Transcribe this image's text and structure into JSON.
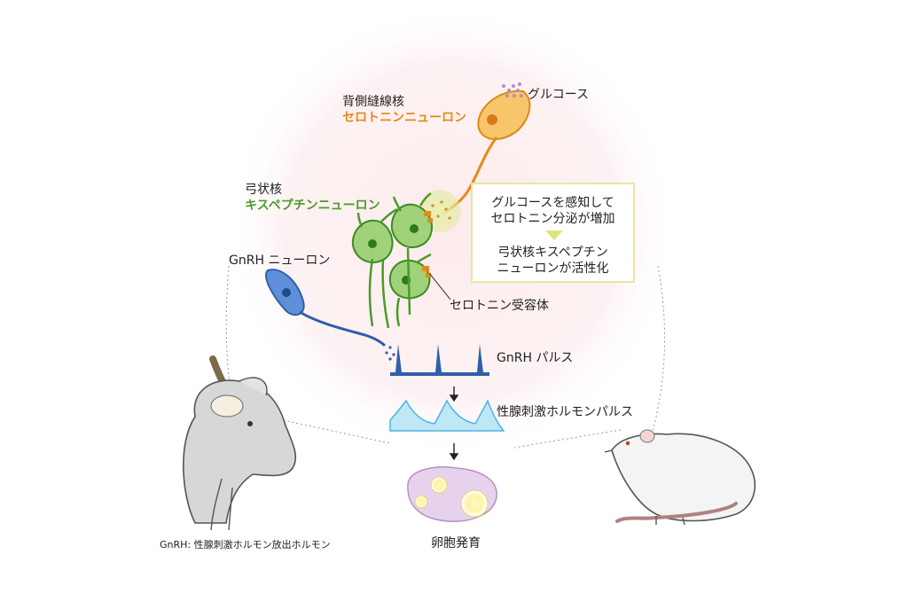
{
  "labels": {
    "dorsal_raphe": "背側縫線核",
    "serotonin_neuron": "セロトニンニューロン",
    "glucose": "グルコース",
    "arcuate": "弓状核",
    "kisspeptin_neuron": "キスペプチンニューロン",
    "gnrh_neuron": "GnRH ニューロン",
    "serotonin_receptor": "セロトニン受容体",
    "gnrh_pulse": "GnRH パルス",
    "lh_pulse": "性腺刺激ホルモンパルス",
    "follicle": "卵胞発育",
    "footnote": "GnRH: 性腺刺激ホルモン放出ホルモン"
  },
  "callout": {
    "line1": "グルコースを感知して",
    "line2": "セロトニン分泌が増加",
    "line3": "弓状核キスペプチン",
    "line4": "ニューロンが活性化"
  },
  "colors": {
    "serotonin": "#e58a17",
    "kisspeptin": "#4c9a2a",
    "gnrh": "#2f5fa8",
    "glucose_dots": "#b48cc8",
    "halo": "#fdeeee",
    "lh_pulse": "#8fd3ee",
    "follicle": "#e7d2ee"
  }
}
